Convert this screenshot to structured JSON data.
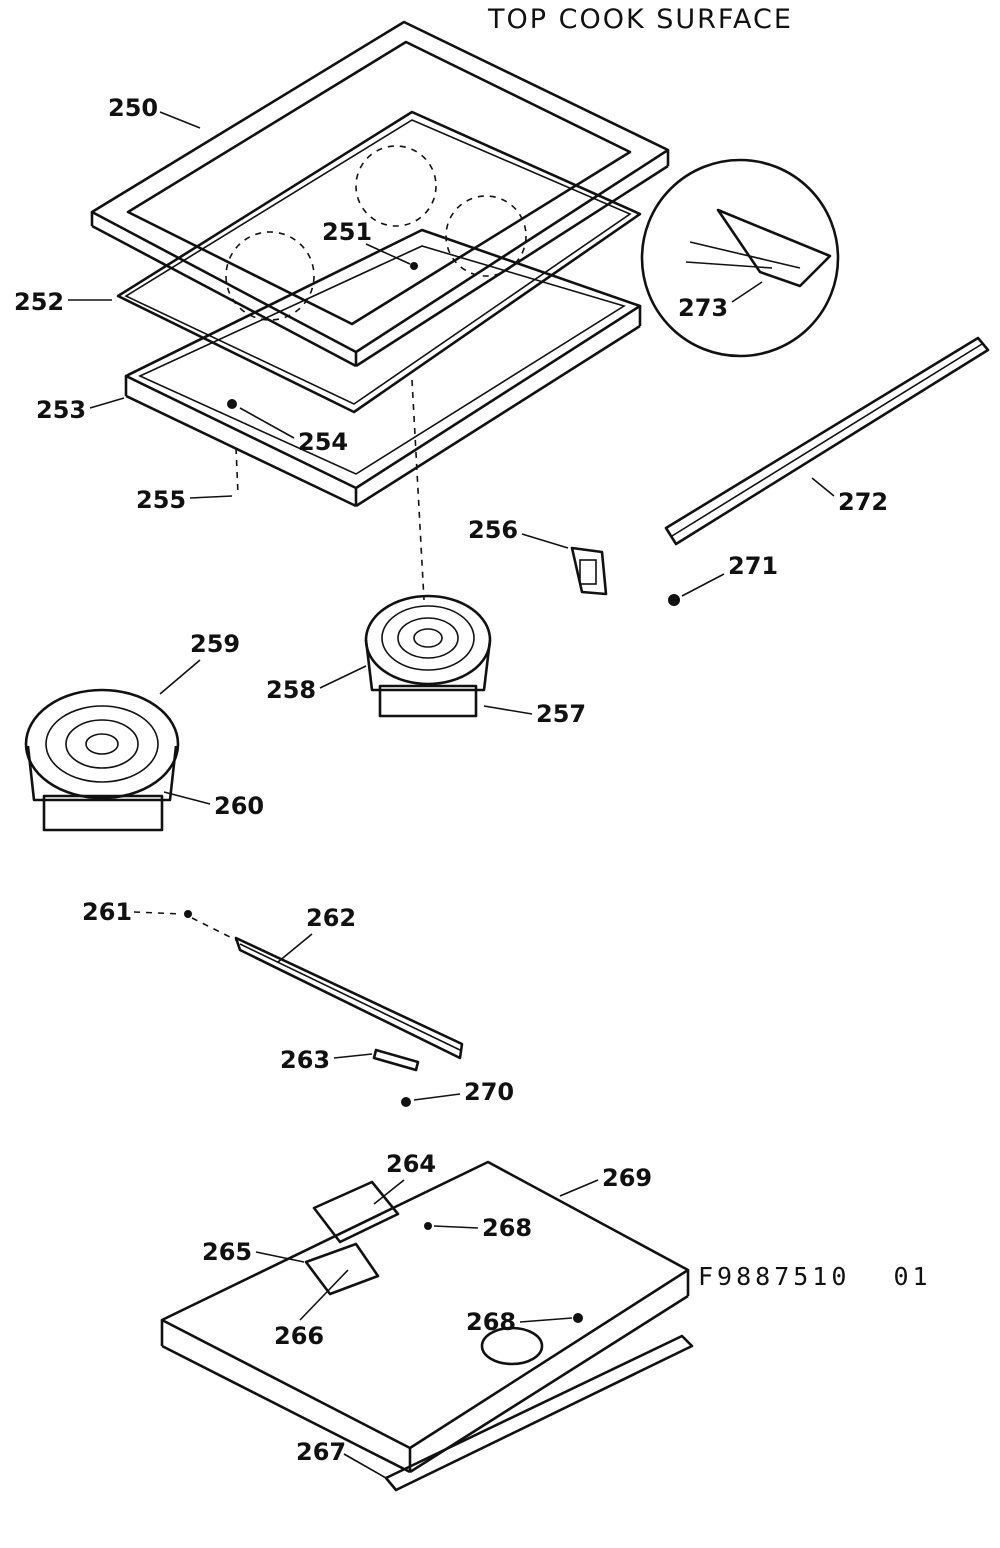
{
  "title": "TOP COOK SURFACE",
  "drawing_code": "F9887510",
  "revision": "01",
  "parts": [
    {
      "id": "p250",
      "label": "250"
    },
    {
      "id": "p251",
      "label": "251"
    },
    {
      "id": "p252",
      "label": "252"
    },
    {
      "id": "p253",
      "label": "253"
    },
    {
      "id": "p254",
      "label": "254"
    },
    {
      "id": "p255",
      "label": "255"
    },
    {
      "id": "p256",
      "label": "256"
    },
    {
      "id": "p257",
      "label": "257"
    },
    {
      "id": "p258",
      "label": "258"
    },
    {
      "id": "p259",
      "label": "259"
    },
    {
      "id": "p260",
      "label": "260"
    },
    {
      "id": "p261",
      "label": "261"
    },
    {
      "id": "p262",
      "label": "262"
    },
    {
      "id": "p263",
      "label": "263"
    },
    {
      "id": "p264",
      "label": "264"
    },
    {
      "id": "p265",
      "label": "265"
    },
    {
      "id": "p266",
      "label": "266"
    },
    {
      "id": "p267",
      "label": "267"
    },
    {
      "id": "p268a",
      "label": "268"
    },
    {
      "id": "p268b",
      "label": "268"
    },
    {
      "id": "p269",
      "label": "269"
    },
    {
      "id": "p270",
      "label": "270"
    },
    {
      "id": "p271",
      "label": "271"
    },
    {
      "id": "p272",
      "label": "272"
    },
    {
      "id": "p273",
      "label": "273"
    }
  ]
}
